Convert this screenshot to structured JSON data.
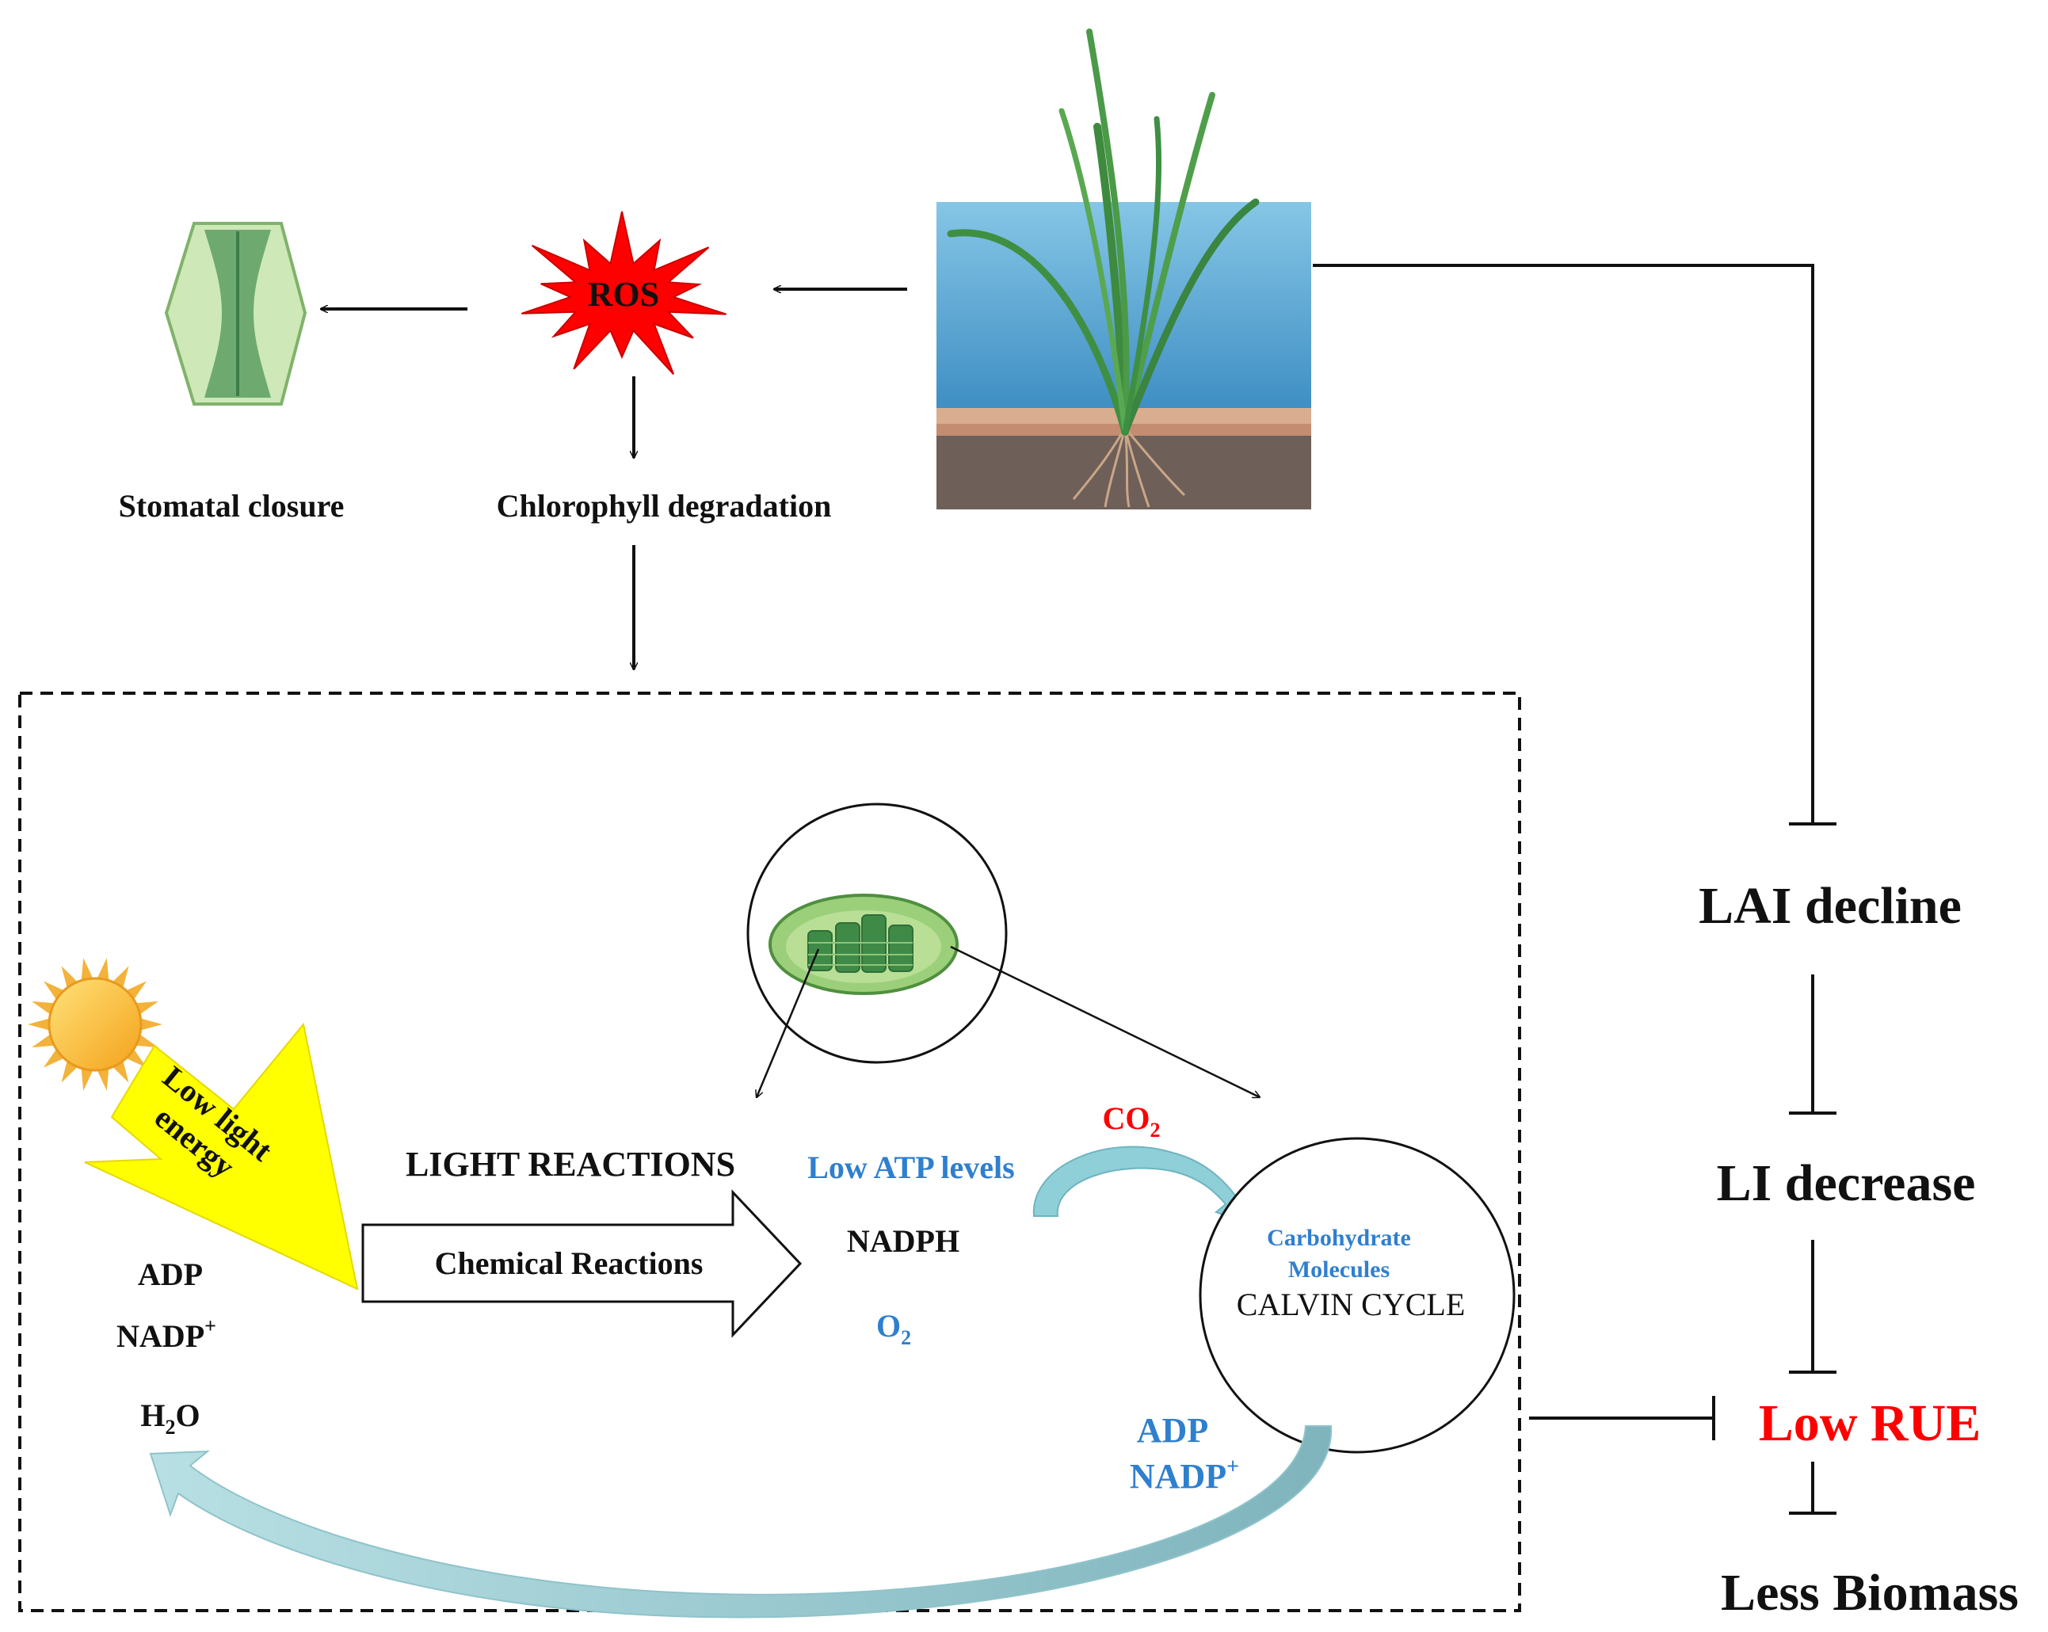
{
  "labels": {
    "ros": "ROS",
    "stomatal_closure": "Stomatal closure",
    "chlorophyll_degradation": "Chlorophyll degradation",
    "low_light_line1": "Low light",
    "low_light_line2": "energy",
    "light_reactions": "LIGHT REACTIONS",
    "chemical_reactions": "Chemical Reactions",
    "adp_left": "ADP",
    "nadp_left": "NADP",
    "nadp_left_sup": "+",
    "h2o_h": "H",
    "h2o_sub": "2",
    "h2o_o": "O",
    "low_atp": "Low ATP levels",
    "nadph": "NADPH",
    "o2_o": "O",
    "o2_sub": "2",
    "co2_co": "CO",
    "co2_sub": "2",
    "carb_line1": "Carbohydrate",
    "carb_line2": "Molecules",
    "calvin_cycle": "CALVIN CYCLE",
    "adp_right": "ADP",
    "nadp_right": "NADP",
    "nadp_right_sup": "+",
    "lai_decline": "LAI decline",
    "li_decrease": "LI decrease",
    "low_rue": "Low RUE",
    "less_biomass": "Less Biomass"
  },
  "colors": {
    "ros_burst": "#ff0000",
    "blue_text": "#2f7fcf",
    "red_text": "#ff0000",
    "low_light_arrow": "#ffff00",
    "water": "#6fb3d8",
    "soil": "#6e5f59",
    "chloroplast_green": "#5ea85e",
    "curved_arrow": "#9fcfd4"
  },
  "icons": [
    "stomata-icon",
    "ros-burst-icon",
    "flooded-plant-icon",
    "chloroplast-icon",
    "sun-icon"
  ]
}
